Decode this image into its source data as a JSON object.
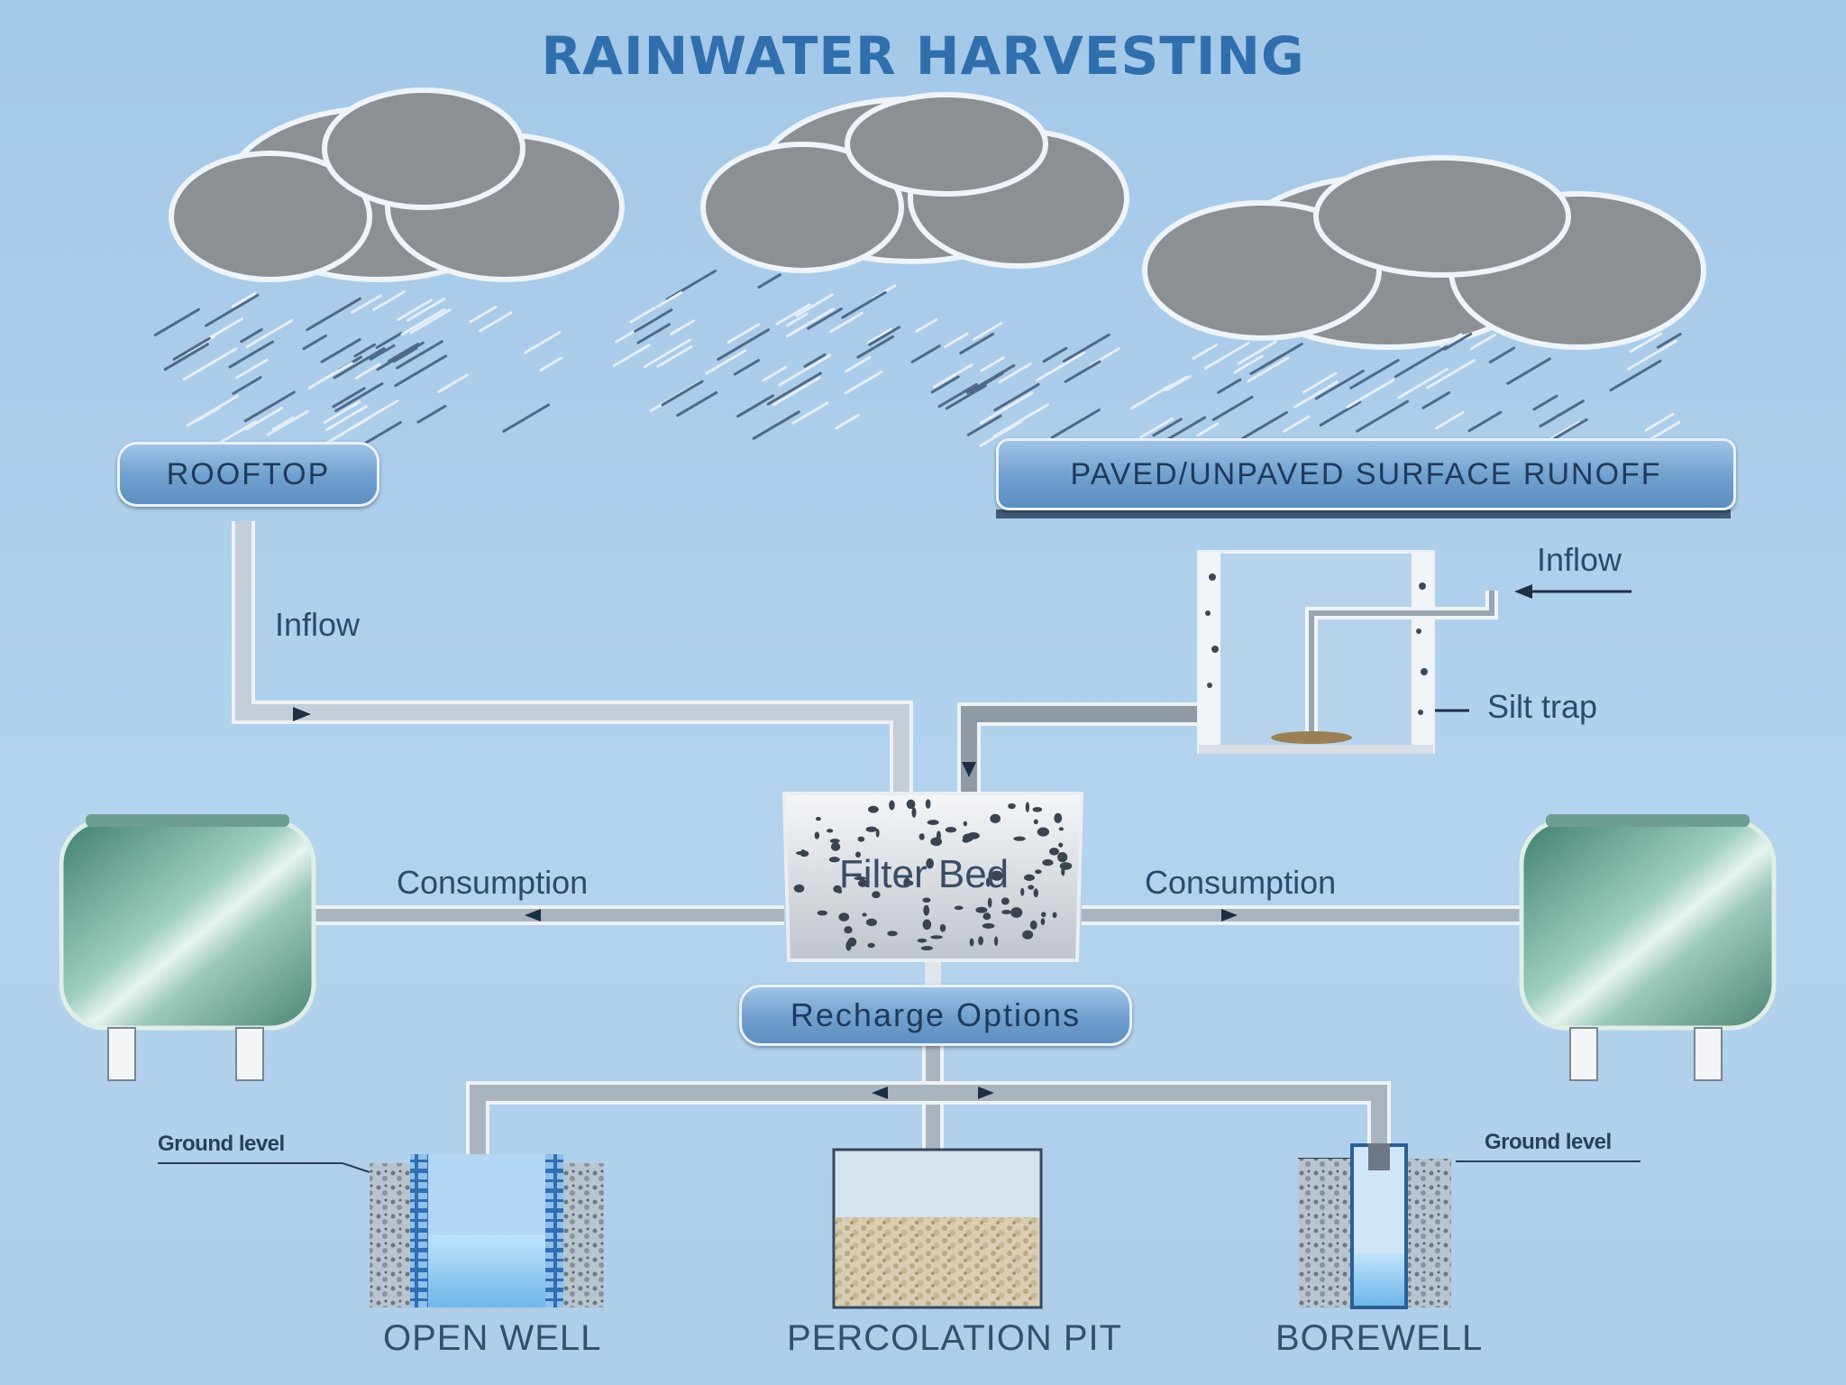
{
  "title": "RAINWATER HARVESTING",
  "sources": {
    "rooftop": "ROOFTOP",
    "surface_runoff": "PAVED/UNPAVED SURFACE RUNOFF"
  },
  "labels": {
    "inflow_left": "Inflow",
    "inflow_right": "Inflow",
    "silt_trap": "Silt trap",
    "filter_bed": "Filter Bed",
    "consumption_left": "Consumption",
    "consumption_right": "Consumption",
    "recharge_options": "Recharge Options",
    "ground_level_left": "Ground level",
    "ground_level_right": "Ground level"
  },
  "recharge": {
    "open_well": "OPEN WELL",
    "percolation_pit": "PERCOLATION PIT",
    "borewell": "BOREWELL"
  },
  "colors": {
    "background": "#a9cbe8",
    "title": "#2f6fae",
    "cloud": "#8a8f94",
    "pipe": "#c9d3dc",
    "tank": "#5f9a8a"
  }
}
